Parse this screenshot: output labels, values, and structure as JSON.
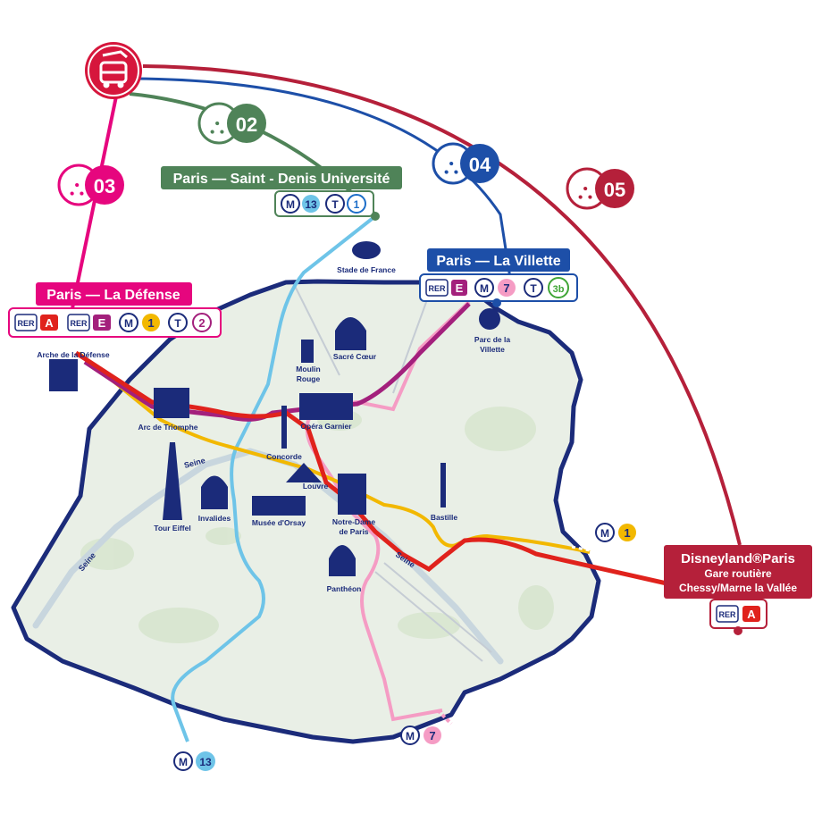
{
  "colors": {
    "hub": "#d6163c",
    "line03": "#e6067e",
    "line02": "#4f8358",
    "line04": "#1d4fa8",
    "line05": "#b5203a",
    "rerA": "#e0221c",
    "rerE": "#a3207c",
    "metro1": "#f2b800",
    "metro7": "#f59cc4",
    "metro13": "#6ec4e8",
    "tram": "#1d6ec8",
    "t3b": "#3fa535",
    "boundary": "#1b2b7a",
    "navy": "#1b2b7a"
  },
  "hub": {
    "icon": "bus-train-icon"
  },
  "routes": [
    {
      "id": "03",
      "label": "03",
      "icon": "eiffel-tower-icon"
    },
    {
      "id": "02",
      "label": "02",
      "icon": "eiffel-tower-icon"
    },
    {
      "id": "04",
      "label": "04",
      "icon": "eiffel-tower-icon"
    },
    {
      "id": "05",
      "label": "05",
      "icon": "eiffel-tower-icon"
    }
  ],
  "stations": {
    "defense": {
      "name": "Paris — La Défense",
      "rer": "RER",
      "a": "A",
      "e": "E",
      "m": "M",
      "one": "1",
      "t": "T",
      "two": "2"
    },
    "saint_denis": {
      "name": "Paris — Saint - Denis Université",
      "m": "M",
      "thirteen": "13",
      "t": "T",
      "one": "1"
    },
    "villette": {
      "name": "Paris — La Villette",
      "rer": "RER",
      "e": "E",
      "m": "M",
      "seven": "7",
      "t": "T",
      "t3b": "3b"
    },
    "disney": {
      "name": "Disneyland®Paris",
      "line2": "Gare routière",
      "line3": "Chessy/Marne la Vallée",
      "rer": "RER",
      "a": "A"
    }
  },
  "landmarks": {
    "stade": "Stade de France",
    "arche": "Arche de la Défense",
    "parc1": "Parc de la",
    "parc2": "Villette",
    "moulin1": "Moulin",
    "moulin2": "Rouge",
    "sacre": "Sacré Cœur",
    "arc": "Arc de Triomphe",
    "opera": "Opéra Garnier",
    "concorde": "Concorde",
    "louvre": "Louvre",
    "notre1": "Notre-Dame",
    "notre2": "de Paris",
    "bastille": "Bastille",
    "tour": "Tour Eiffel",
    "invalides": "Invalides",
    "orsay": "Musée d'Orsay",
    "pantheon": "Panthéon"
  },
  "rivers": {
    "seine1": "Seine",
    "seine2": "Seine",
    "seine3": "Seine"
  },
  "terminals": {
    "m1": {
      "m": "M",
      "num": "1"
    },
    "m13": {
      "m": "M",
      "num": "13"
    },
    "m7": {
      "m": "M",
      "num": "7"
    }
  }
}
